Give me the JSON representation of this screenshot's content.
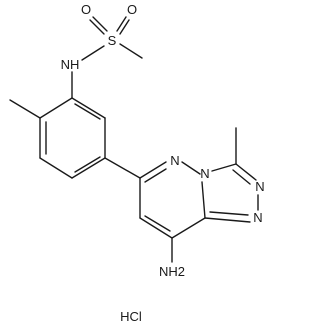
{
  "molecule": {
    "atoms": {
      "sulfur": "S",
      "oxygen_left": "O",
      "oxygen_right": "O",
      "sulfonamide_nh": "NH",
      "pyridazine_n": "N",
      "bridgehead_n": "N",
      "triazole_n_upper": "N",
      "triazole_n_lower": "N",
      "amino_group": "NH2"
    },
    "salt": "HCl"
  },
  "colors": {
    "ink": "#1a1a1a",
    "background": "#ffffff"
  }
}
